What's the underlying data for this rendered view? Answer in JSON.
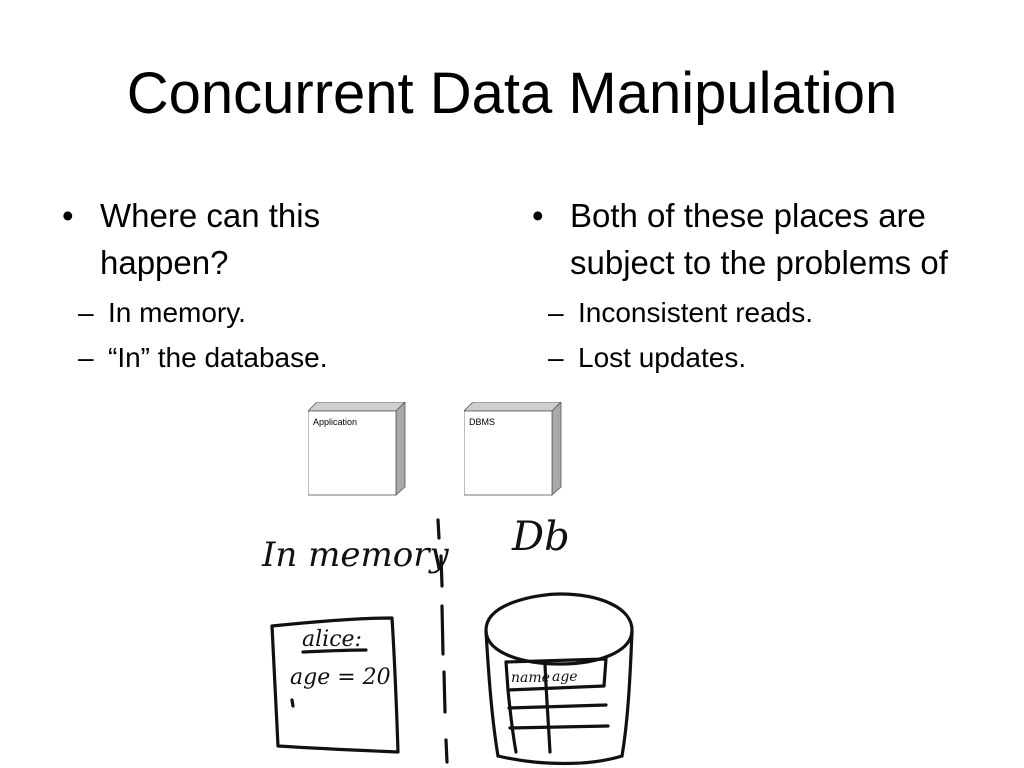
{
  "slide": {
    "title": "Concurrent Data Manipulation",
    "left": {
      "bullet": "Where can this happen?",
      "subitems": [
        "In memory.",
        "“In” the database."
      ]
    },
    "right": {
      "bullet": "Both of these places are subject to the problems of",
      "subitems": [
        "Inconsistent reads.",
        "Lost updates."
      ]
    },
    "bullet_glyph": "•",
    "dash_glyph": "–"
  },
  "diagram": {
    "boxes": [
      {
        "label": "Application"
      },
      {
        "label": "DBMS"
      }
    ]
  },
  "sketch": {
    "left_heading": "In memory",
    "right_heading": "Db",
    "memory_note_line1": "alice:",
    "memory_note_line2": "age = 20",
    "table_header_col1": "name",
    "table_header_col2": "age"
  }
}
